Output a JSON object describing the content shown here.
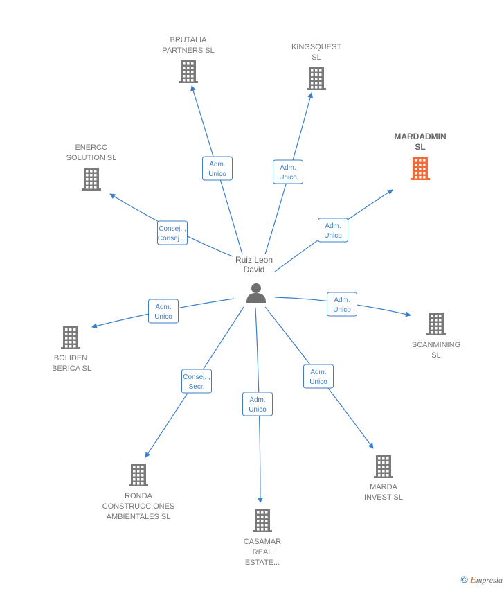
{
  "center": {
    "name": "Ruiz Leon David",
    "line1": "Ruiz Leon",
    "line2": "David",
    "icon": "person-icon"
  },
  "colors": {
    "edge": "#3a7fc8",
    "building": "#7a7a7a",
    "highlight": "#f06a3a"
  },
  "companies": [
    {
      "id": "brutalia",
      "lines": [
        "BRUTALIA",
        "PARTNERS  SL"
      ],
      "relation": [
        "Adm.",
        "Unico"
      ],
      "highlight": false
    },
    {
      "id": "kingsquest",
      "lines": [
        "KINGSQUEST",
        "SL"
      ],
      "relation": [
        "Adm.",
        "Unico"
      ],
      "highlight": false
    },
    {
      "id": "mardadmin",
      "lines": [
        "MARDADMIN",
        "SL"
      ],
      "relation": [
        "Adm.",
        "Unico"
      ],
      "highlight": true
    },
    {
      "id": "enerco",
      "lines": [
        "ENERCO",
        "SOLUTION  SL"
      ],
      "relation": [
        "Consej. ,",
        "Consej...."
      ],
      "highlight": false
    },
    {
      "id": "scanmining",
      "lines": [
        "SCANMINING",
        "SL"
      ],
      "relation": [
        "Adm.",
        "Unico"
      ],
      "highlight": false
    },
    {
      "id": "boliden",
      "lines": [
        "BOLIDEN",
        "IBERICA  SL"
      ],
      "relation": [
        "Adm.",
        "Unico"
      ],
      "highlight": false
    },
    {
      "id": "marda",
      "lines": [
        "MARDA",
        "INVEST  SL"
      ],
      "relation": [
        "Adm.",
        "Unico"
      ],
      "highlight": false
    },
    {
      "id": "ronda",
      "lines": [
        "RONDA",
        "CONSTRUCCIONES",
        "AMBIENTALES SL"
      ],
      "relation": [
        "Consej. ,",
        "Secr."
      ],
      "highlight": false
    },
    {
      "id": "casamar",
      "lines": [
        "CASAMAR",
        "REAL",
        "ESTATE..."
      ],
      "relation": [
        "Adm.",
        "Unico"
      ],
      "highlight": false
    }
  ],
  "footer": {
    "copyright": "©",
    "brand_first": "E",
    "brand_rest": "mpresia"
  }
}
